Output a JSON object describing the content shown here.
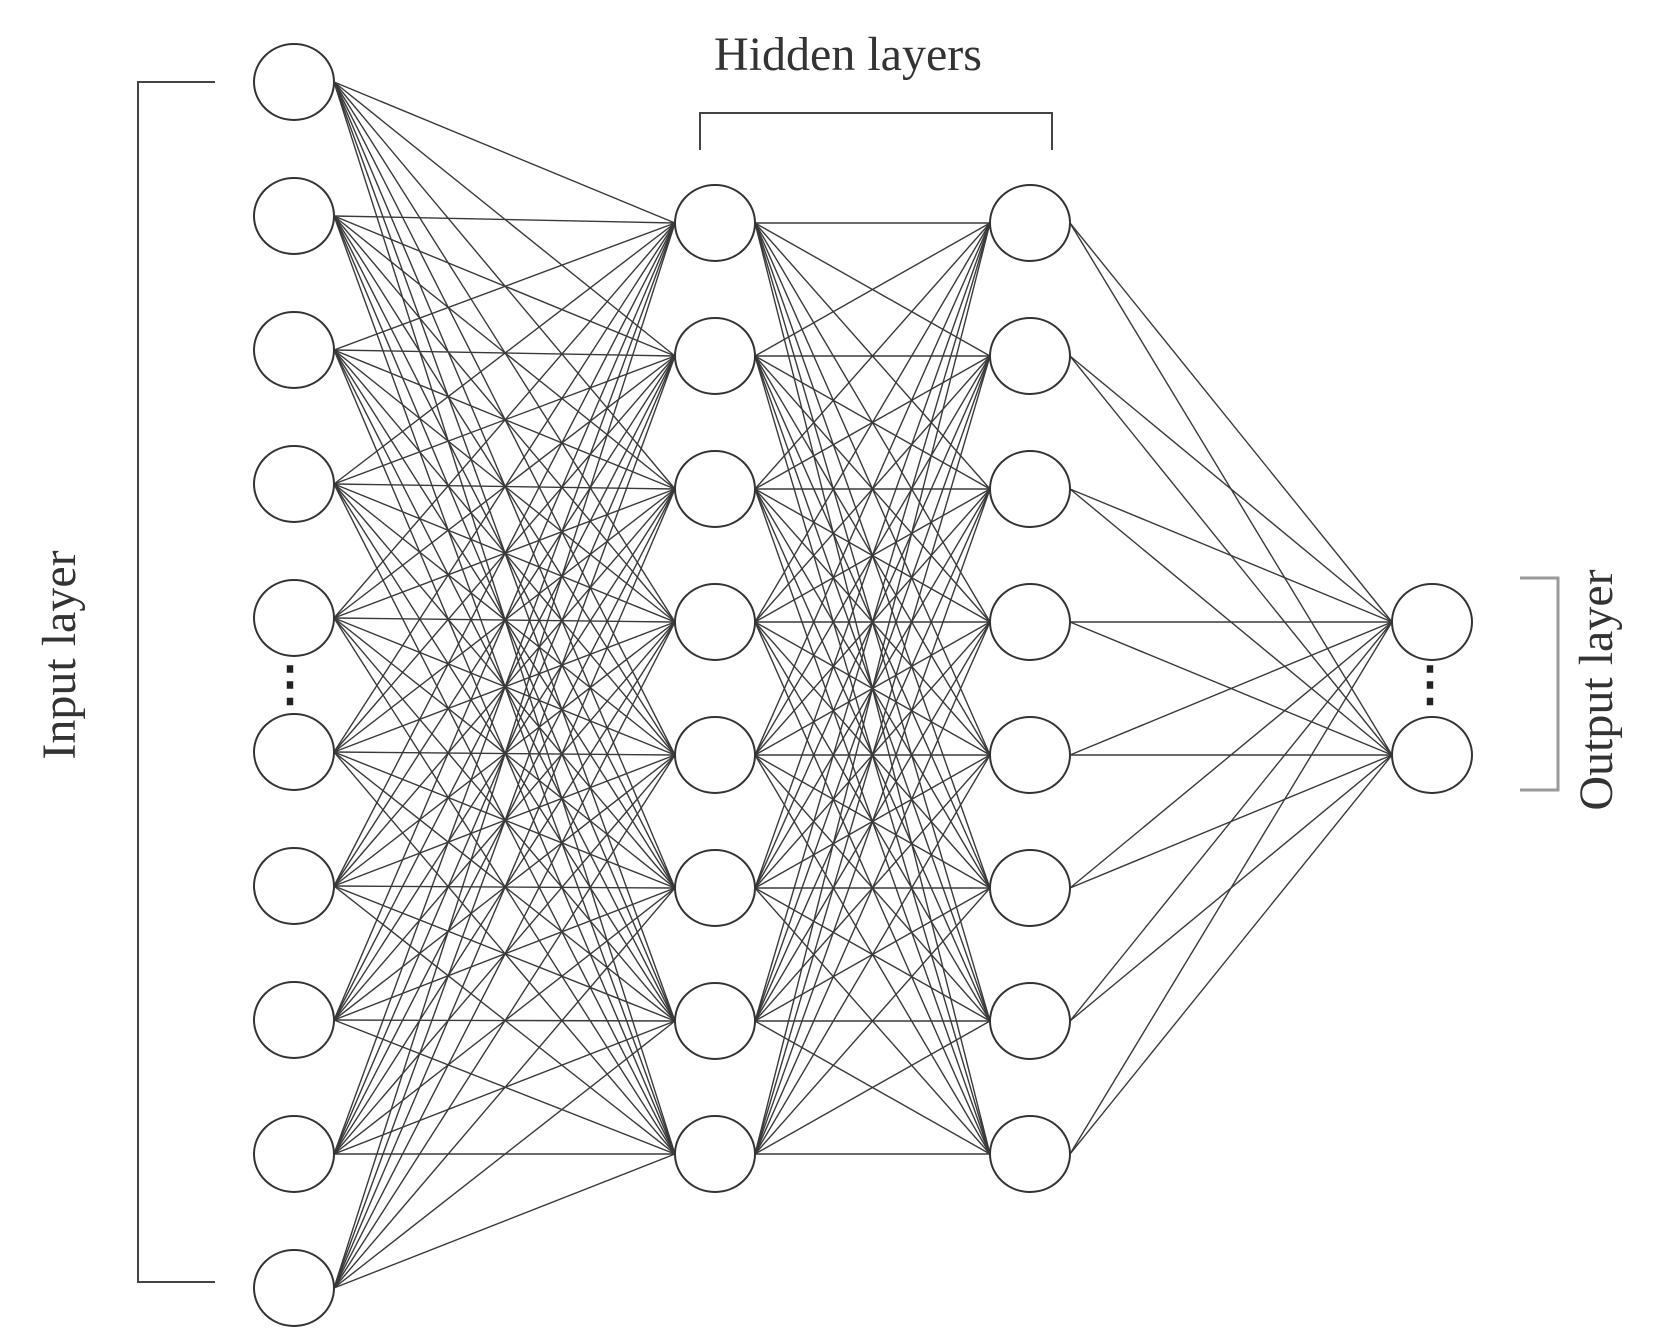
{
  "diagram": {
    "labels": {
      "input": "Input layer",
      "hidden": "Hidden layers",
      "output": "Output layer"
    },
    "ellipsis": "⋮",
    "layers": [
      {
        "name": "input",
        "nodes": 10
      },
      {
        "name": "hidden-1",
        "nodes": 8
      },
      {
        "name": "hidden-2",
        "nodes": 8
      },
      {
        "name": "output",
        "nodes": 2
      }
    ],
    "colors": {
      "edge": "#3a3a3a",
      "node_stroke": "#333333",
      "output_bracket": "#9a9a9a"
    }
  }
}
